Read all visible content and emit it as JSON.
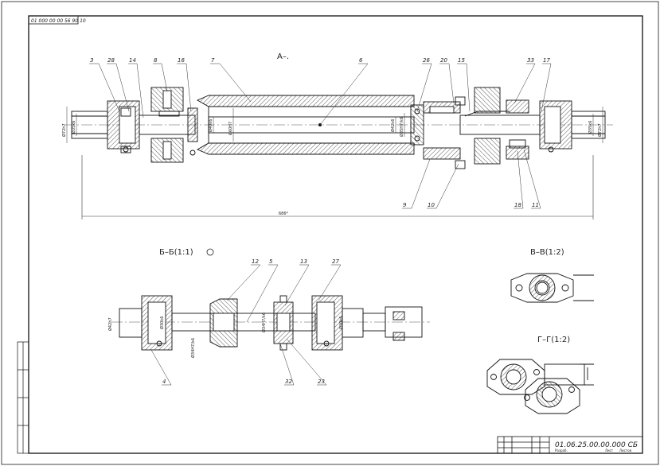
{
  "stamp_top": "01 000 00 00 56 90 10",
  "doc_code": "01.06.25.00.00.000 СБ",
  "view_title_a": "А–.",
  "section_b": "Б–Б(1:1)",
  "section_v": "В–В(1:2)",
  "section_g": "Г–Г(1:2)",
  "overall_dim": "686*",
  "callouts_top": [
    "3",
    "28",
    "14",
    "8",
    "16",
    "7",
    "6",
    "26",
    "20",
    "15",
    "33",
    "17"
  ],
  "callouts_bottom_top": [
    "9",
    "10",
    "18",
    "11"
  ],
  "callouts_b": [
    "12",
    "5",
    "13",
    "27",
    "4",
    "32",
    "23"
  ],
  "dims_top": [
    "Ø72h7",
    "Ø35k6",
    "Ø40k6",
    "Ø60H7",
    "Ø42k6",
    "Ø35H7/k6",
    "Ø35k6",
    "Ø72h7"
  ],
  "dims_b": [
    "Ø42h7",
    "Ø30k6",
    "Ø34H7/k6",
    "Ø34H7/k6",
    "Ø30k6"
  ],
  "title_block_small": [
    "Разраб.",
    "Лист",
    "Листов"
  ]
}
